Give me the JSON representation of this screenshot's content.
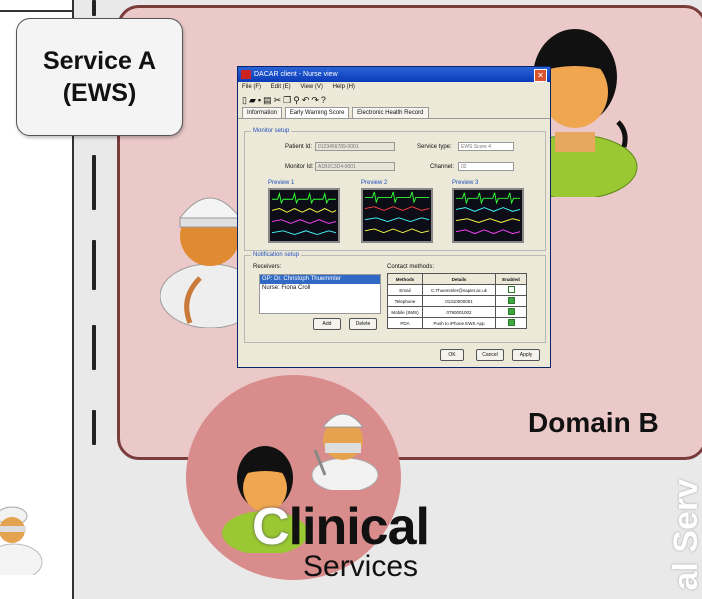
{
  "service_box": {
    "line1": "Service A",
    "line2": "(EWS)"
  },
  "domain_b": {
    "label": "Domain B",
    "fill": "#ebc9c9",
    "border": "#7b3c3c"
  },
  "clinical_services": {
    "first_letter": "C",
    "rest": "linical",
    "subtitle": "Services"
  },
  "edge_text": "al Serv",
  "window": {
    "title": "DACAR client - Nurse view",
    "menu": [
      "File (F)",
      "Edit (E)",
      "View (V)",
      "Help (H)"
    ],
    "tabs": [
      "Information",
      "Early Warning Score",
      "Electronic Health Record"
    ],
    "monitor_setup": {
      "title": "Monitor setup",
      "patient_id_label": "Patient Id:",
      "patient_id_value": "0123456789-0001",
      "monitor_id_label": "Monitor Id:",
      "monitor_id_value": "A1B2C3D4-0001",
      "service_type_label": "Service type:",
      "service_type_value": "EWS Score 4",
      "channel_label": "Channel:",
      "channel_value": "02",
      "previews": [
        "Preview 1",
        "Preview 2",
        "Preview 3"
      ]
    },
    "notification_setup": {
      "title": "Notification setup",
      "receivers_label": "Receivers:",
      "receivers": [
        "GP: Dr. Christoph Thuemmler",
        "Nurse: Fiona Croll"
      ],
      "add_label": "Add",
      "delete_label": "Delete",
      "contact_label": "Contact methods:",
      "table_headers": [
        "Methods",
        "Details",
        "Enabled"
      ],
      "table_rows": [
        {
          "method": "Email",
          "details": "C.Thuemmler@napier.ac.uk",
          "enabled": false
        },
        {
          "method": "Telephone",
          "details": "01310000001",
          "enabled": true
        },
        {
          "method": "Mobile (SMS)",
          "details": "0790001002",
          "enabled": true
        },
        {
          "method": "PDA",
          "details": "Push to iPhone EWS App",
          "enabled": true
        }
      ]
    },
    "buttons": {
      "ok": "OK",
      "cancel": "Cancel",
      "apply": "Apply"
    }
  }
}
